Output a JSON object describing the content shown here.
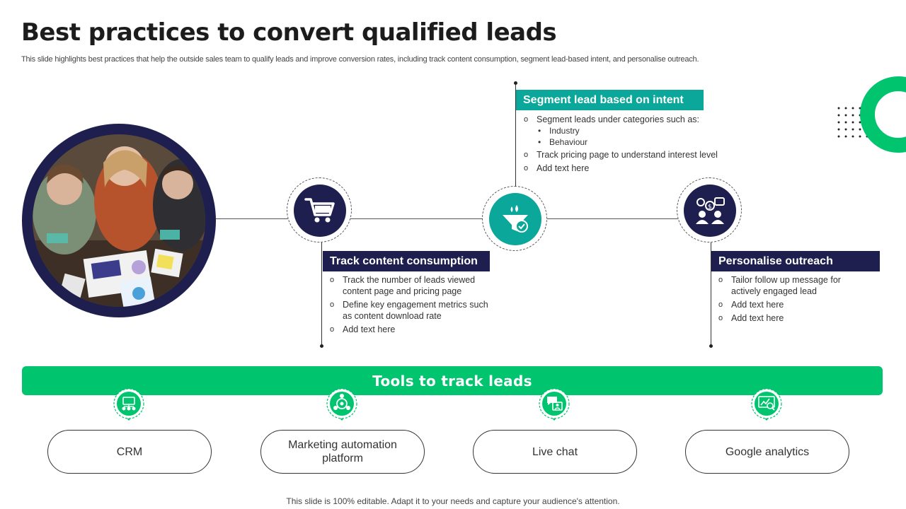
{
  "title": "Best practices to convert qualified leads",
  "subtitle": "This slide highlights best practices that help the outside sales team to qualify leads and improve conversion rates, including track content consumption, segment lead-based intent, and personalise outreach.",
  "practices": [
    {
      "heading": "Track content consumption",
      "icon": "shopping-cart-icon",
      "color": "#1e1f4f",
      "bullets": [
        "Track the number of leads viewed content page and pricing page",
        "Define key engagement metrics such as content download rate",
        "Add text here"
      ]
    },
    {
      "heading": "Segment lead based on intent",
      "icon": "funnel-icon",
      "color": "#0aa79a",
      "bullets": [
        "Segment leads under categories such as:",
        "Track pricing page to understand interest level",
        "Add text here"
      ],
      "sub_bullets": [
        "Industry",
        "Behaviour"
      ]
    },
    {
      "heading": "Personalise outreach",
      "icon": "team-network-icon",
      "color": "#1e1f4f",
      "bullets": [
        "Tailor follow up message for actively engaged lead",
        "Add text here",
        "Add text here"
      ]
    }
  ],
  "tools": {
    "heading": "Tools to track leads",
    "accent": "#00c46e",
    "items": [
      {
        "label": "CRM",
        "icon": "crm-icon"
      },
      {
        "label": "Marketing automation platform",
        "icon": "automation-icon"
      },
      {
        "label": "Live chat",
        "icon": "chat-icon"
      },
      {
        "label": "Google analytics",
        "icon": "analytics-icon"
      }
    ]
  },
  "footer": "This slide is 100% editable. Adapt it to your needs and capture your audience's attention."
}
